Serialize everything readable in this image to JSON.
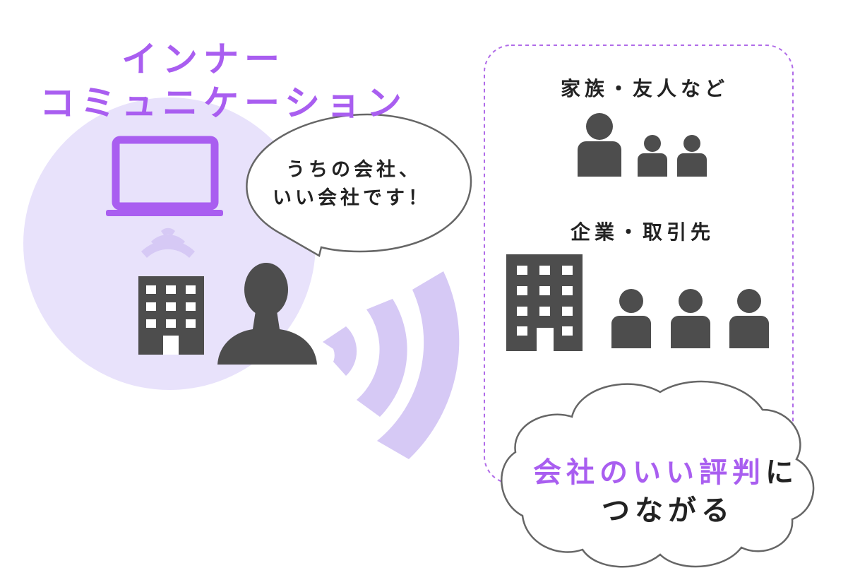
{
  "title": {
    "line1": "インナー",
    "line2": "コミュニケーション"
  },
  "speech_bubble": {
    "line1": "うちの会社、",
    "line2": "いい会社です！"
  },
  "groups": {
    "family_label": "家族・友人など",
    "business_label": "企業・取引先"
  },
  "result": {
    "highlight": "会社のいい評判",
    "particle": "に",
    "line2": "つながる"
  },
  "colors": {
    "accent": "#a95ef0",
    "circle_fill": "#e8e2fb",
    "wave_fill": "#d6c9f5",
    "icon_gray": "#4d4d4d",
    "dashed_border": "#b06be8",
    "outline": "#666666",
    "text": "#222222"
  },
  "icons": {
    "laptop": "laptop-icon",
    "wifi": "wifi-signal-icon",
    "building": "office-building-icon",
    "person": "person-icon",
    "person_bust": "person-bust-icon",
    "broadcast": "broadcast-waves-icon",
    "speech": "speech-bubble",
    "thought_cloud": "thought-cloud"
  }
}
